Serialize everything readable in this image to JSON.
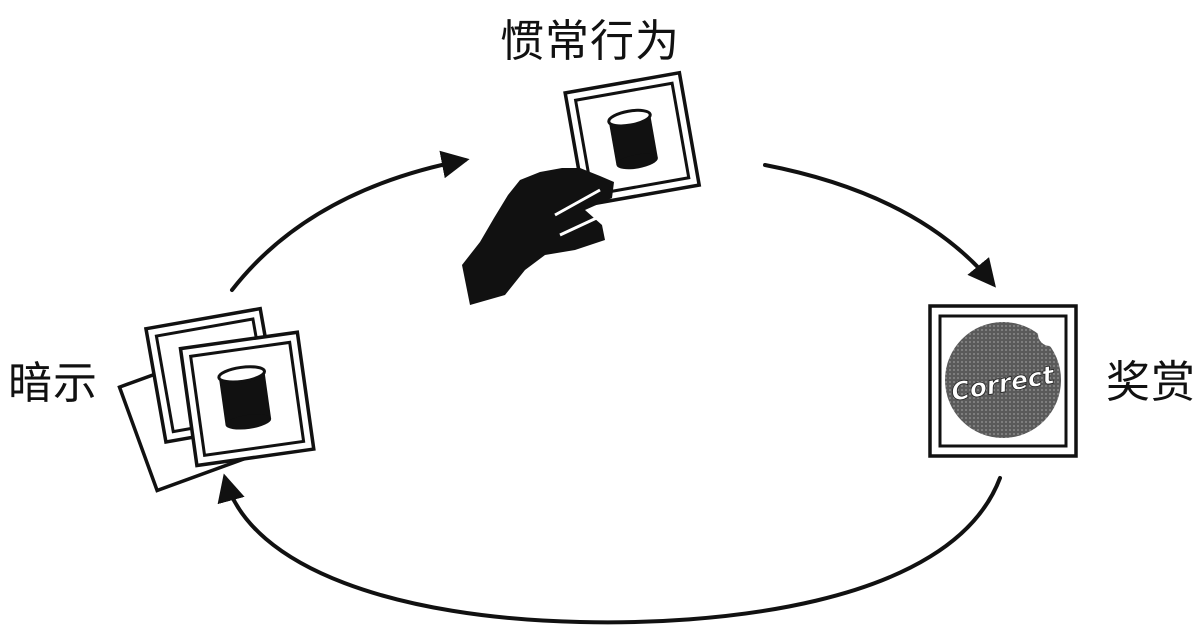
{
  "diagram": {
    "nodes": {
      "routine": {
        "label": "惯常行为",
        "icon": "hand-holding-card-icon"
      },
      "cue": {
        "label": "暗示",
        "icon": "card-stack-icon"
      },
      "reward": {
        "label": "奖赏",
        "icon": "correct-badge-card-icon",
        "badge_text": "Correct"
      }
    },
    "edges": [
      {
        "from": "cue",
        "to": "routine"
      },
      {
        "from": "routine",
        "to": "reward"
      },
      {
        "from": "reward",
        "to": "cue"
      }
    ]
  }
}
